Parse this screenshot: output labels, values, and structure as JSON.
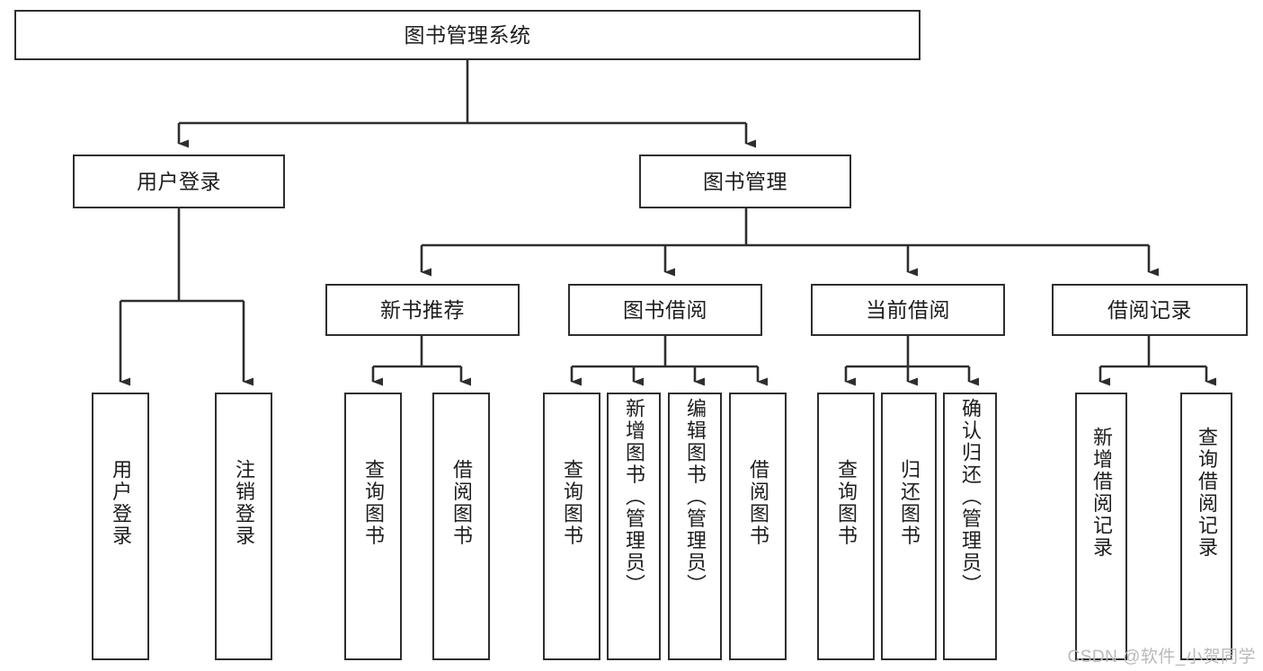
{
  "diagram": {
    "title": "图书管理系统",
    "type": "tree-hierarchy-diagram",
    "colors": {
      "stroke": "#2e2e2e",
      "fill": "#ffffff",
      "text": "#1d1d1d",
      "watermark": "#b9b9b9"
    },
    "watermark": "CSDN @软件_小贺同学",
    "levels": {
      "root": {
        "label": "图书管理系统"
      },
      "level2": [
        {
          "id": "user-login",
          "label": "用户登录"
        },
        {
          "id": "book-management",
          "label": "图书管理"
        }
      ],
      "level3": [
        {
          "id": "new-book-recommend",
          "label": "新书推荐"
        },
        {
          "id": "book-borrow",
          "label": "图书借阅"
        },
        {
          "id": "current-borrow",
          "label": "当前借阅"
        },
        {
          "id": "borrow-record",
          "label": "借阅记录"
        }
      ],
      "leaves": {
        "user-login": [
          {
            "id": "login",
            "label": "用户登录"
          },
          {
            "id": "logout",
            "label": "注销登录"
          }
        ],
        "new-book-recommend": [
          {
            "id": "query-book-1",
            "label": "查询图书"
          },
          {
            "id": "borrow-book-1",
            "label": "借阅图书"
          }
        ],
        "book-borrow": [
          {
            "id": "query-book-2",
            "label": "查询图书"
          },
          {
            "id": "add-book",
            "label": "新增图书（管理员）"
          },
          {
            "id": "edit-book",
            "label": "编辑图书（管理员）"
          },
          {
            "id": "borrow-book-2",
            "label": "借阅图书"
          }
        ],
        "current-borrow": [
          {
            "id": "query-book-3",
            "label": "查询图书"
          },
          {
            "id": "return-book",
            "label": "归还图书"
          },
          {
            "id": "confirm-return",
            "label": "确认归还（管理员）"
          }
        ],
        "borrow-record": [
          {
            "id": "add-record",
            "label": "新增借阅记录"
          },
          {
            "id": "query-record",
            "label": "查询借阅记录"
          }
        ]
      }
    }
  }
}
